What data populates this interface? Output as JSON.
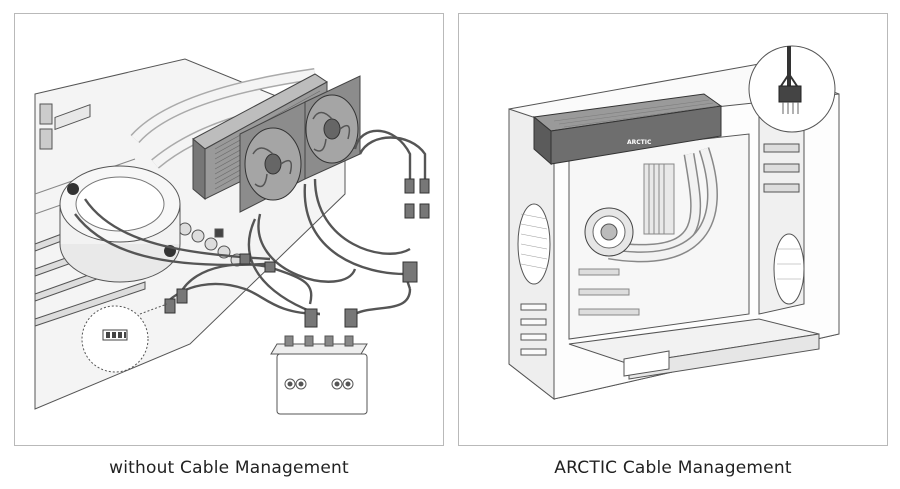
{
  "left_panel": {
    "caption": "without Cable Management"
  },
  "right_panel": {
    "caption": "ARCTIC Cable Management",
    "radiator_brand": "ARCTIC"
  },
  "icons": {
    "left": [
      "motherboard",
      "cpu-pump",
      "radiator",
      "fans",
      "fan-cables",
      "y-splitter",
      "fan-header"
    ],
    "right": [
      "pc-case",
      "radiator",
      "cpu-pump",
      "tubes",
      "single-cable-callout"
    ]
  }
}
